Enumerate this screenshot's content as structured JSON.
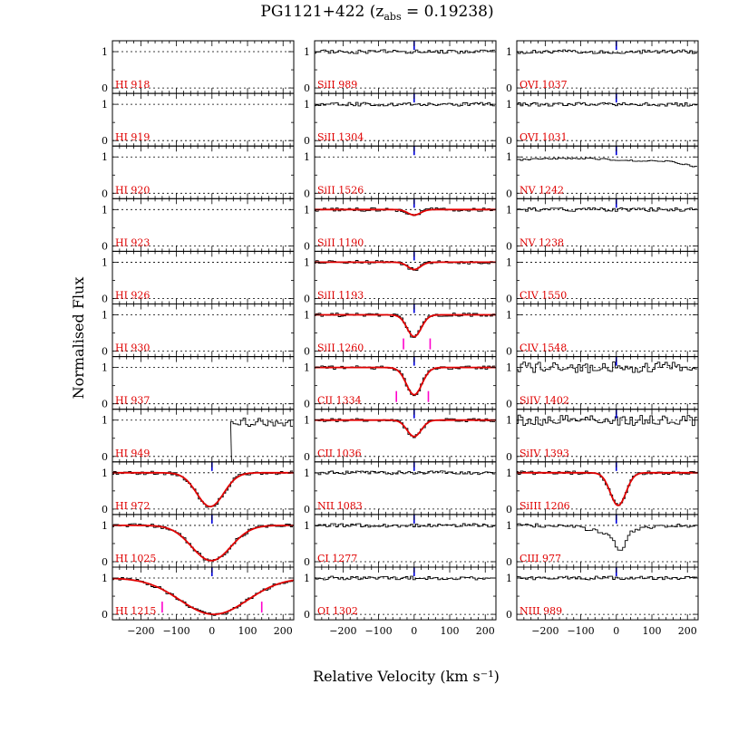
{
  "figure": {
    "title_main": "PG1121+422 (z",
    "title_sub": "abs",
    "title_tail": " = 0.19238)",
    "xlabel": "Relative Velocity (km s⁻¹)",
    "ylabel": "Normalised Flux",
    "colors": {
      "data": "#000000",
      "fit": "#e00000",
      "label": "#e00000",
      "zero_marker": "#0000dd",
      "component_marker": "#ff00cc"
    }
  },
  "chart_data": {
    "type": "line",
    "layout": "3 columns x 11 rows of stacked absorption-line panels",
    "xlim": [
      -280,
      230
    ],
    "ylim": [
      -0.15,
      1.3
    ],
    "x_ticks": [
      -200,
      -100,
      0,
      100,
      200
    ],
    "x_tick_labels": [
      "−200",
      "−100",
      "0",
      "100",
      "200"
    ],
    "y_ticks": [
      0,
      1
    ],
    "y_tick_labels": [
      "0",
      "1"
    ],
    "reference_lines_at_flux": [
      0,
      1
    ],
    "grid": false,
    "columns": [
      [
        {
          "label": "HI 918"
        },
        {
          "label": "HI 919"
        },
        {
          "label": "HI 920"
        },
        {
          "label": "HI 923"
        },
        {
          "label": "HI 926"
        },
        {
          "label": "HI 930"
        },
        {
          "label": "HI 937"
        },
        {
          "label": "HI 949",
          "data": "partial",
          "start": 55
        },
        {
          "label": "HI 972",
          "data": true,
          "fit": {
            "depth": 0.93,
            "center": -5,
            "width": 38
          },
          "zero_marker": true
        },
        {
          "label": "HI 1025",
          "data": true,
          "fit": {
            "depth": 0.97,
            "center": -2,
            "width": 55
          },
          "zero_marker": true
        },
        {
          "label": "HI 1215",
          "data": true,
          "fit": {
            "depth": 1.0,
            "center": 5,
            "width": 95
          },
          "zero_marker": true,
          "component_markers": [
            -140,
            140
          ]
        }
      ],
      [
        {
          "label": "SiII 989",
          "data": true,
          "zero_marker": true
        },
        {
          "label": "SiII 1304",
          "data": true,
          "zero_marker": true
        },
        {
          "label": "SiII 1526",
          "zero_marker": true
        },
        {
          "label": "SiII 1190",
          "data": true,
          "fit": {
            "depth": 0.15,
            "center": 0,
            "width": 18
          },
          "zero_marker": true
        },
        {
          "label": "SiII 1193",
          "data": true,
          "fit": {
            "depth": 0.2,
            "center": 0,
            "width": 18
          },
          "zero_marker": true
        },
        {
          "label": "SiII 1260",
          "data": true,
          "fit": {
            "depth": 0.6,
            "center": 0,
            "width": 20
          },
          "zero_marker": true,
          "component_markers": [
            -30,
            45
          ]
        },
        {
          "label": "CII 1334",
          "data": true,
          "fit": {
            "depth": 0.75,
            "center": 0,
            "width": 22
          },
          "zero_marker": true,
          "component_markers": [
            -50,
            40
          ]
        },
        {
          "label": "CII 1036",
          "data": true,
          "fit": {
            "depth": 0.45,
            "center": 0,
            "width": 20
          },
          "zero_marker": true
        },
        {
          "label": "NII 1083",
          "data": true,
          "zero_marker": true
        },
        {
          "label": "CI 1277",
          "data": true,
          "zero_marker": true
        },
        {
          "label": "OI 1302",
          "data": true,
          "zero_marker": true
        }
      ],
      [
        {
          "label": "OVI 1037",
          "data": true,
          "zero_marker": true
        },
        {
          "label": "OVI 1031",
          "data": true,
          "zero_marker": true
        },
        {
          "label": "NV 1242",
          "data": "sloped",
          "zero_marker": true
        },
        {
          "label": "NV 1238",
          "data": true,
          "zero_marker": true
        },
        {
          "label": "CIV 1550"
        },
        {
          "label": "CIV 1548"
        },
        {
          "label": "SiIV 1402",
          "data": "noisy",
          "zero_marker": true
        },
        {
          "label": "SiIV 1393",
          "data": "noisy",
          "zero_marker": true
        },
        {
          "label": "SiIII 1206",
          "data": true,
          "fit": {
            "depth": 0.9,
            "center": 5,
            "width": 22
          },
          "zero_marker": true
        },
        {
          "label": "CIII 977",
          "data": "ciii",
          "zero_marker": true
        },
        {
          "label": "NIII 989",
          "data": true,
          "zero_marker": true
        }
      ]
    ]
  }
}
